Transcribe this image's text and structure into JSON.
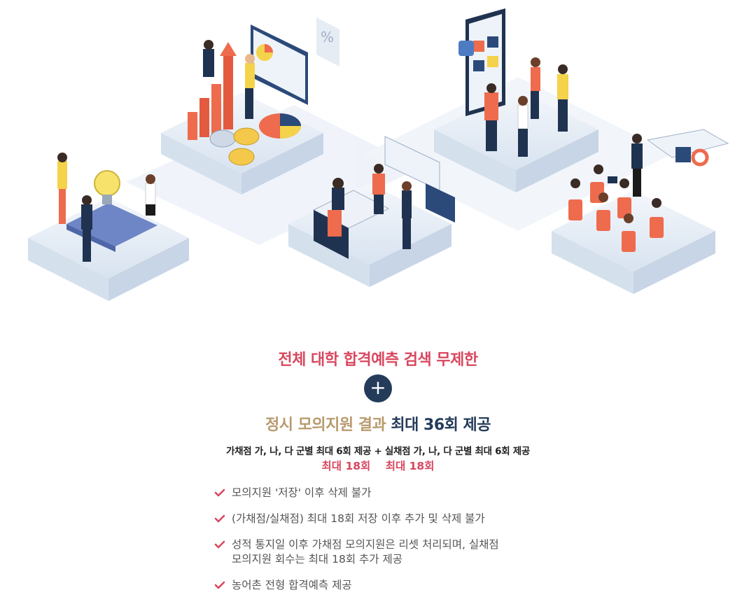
{
  "headline_1": "전체 대학 합격예측 검색 무제한",
  "plus_symbol": "+",
  "headline_2a": "정시 모의지원 결과",
  "headline_2b": "최대 36회 제공",
  "detail_line": "가채점 가, 나, 다 군별 최대 6회 제공 + 실채점 가, 나, 다 군별 최대 6회 제공",
  "limit_left": "최대 18회",
  "limit_right": "최대 18회",
  "notes": [
    "모의지원 '저장' 이후 삭제 불가",
    "(가채점/실채점) 최대 18회 저장 이후 추가 및 삭제 불가",
    "성적 통지일 이후 가채점 모의지원은 리셋 처리되며, 실채점",
    "모의지원 회수는 최대 18회 추가 제공",
    "농어촌 전형 합격예측 제공"
  ],
  "colors": {
    "accent_red": "#d9475f",
    "navy": "#243c5a",
    "gold": "#b89a6e",
    "coral": "#ee6b4d",
    "platform": "#e8eef6"
  },
  "icons": [
    "lightbulb-icon",
    "coin-icon",
    "pie-chart-icon",
    "percent-icon",
    "like-icon",
    "laptop-icon",
    "check-icon",
    "plus-icon"
  ]
}
